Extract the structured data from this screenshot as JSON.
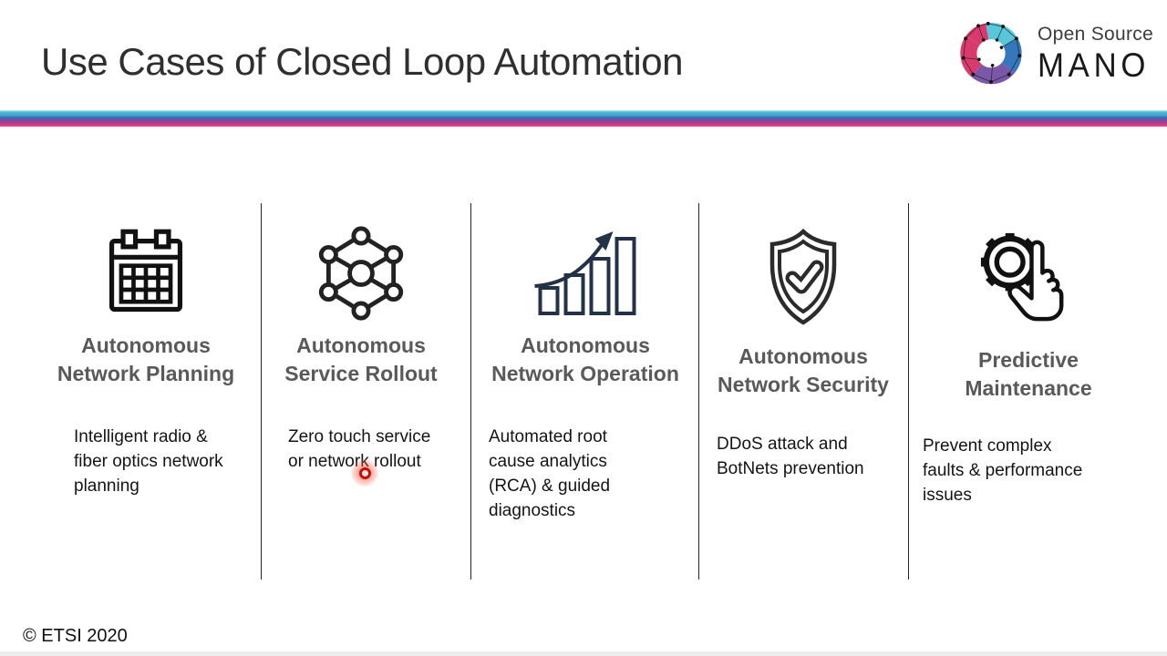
{
  "title": "Use Cases of Closed Loop Automation",
  "logo": {
    "icon": "osm-swirl-logo-icon",
    "line1": "Open Source",
    "line2": "MANO",
    "colors": {
      "cyan": "#57c7d9",
      "blue": "#3577bc",
      "purple": "#7b57a8",
      "pink": "#d93a6e"
    }
  },
  "accent_stripe_colors": [
    "#c9eaf1",
    "#4ab8d6",
    "#3e68b0",
    "#6f4fa3",
    "#a03f92",
    "#d8337f",
    "#e2538c"
  ],
  "columns": [
    {
      "icon": "calendar-icon",
      "title_lines": [
        "Autonomous",
        "Network Planning"
      ],
      "body_lines": [
        "Intelligent  radio &",
        "fiber optics network",
        "planning"
      ]
    },
    {
      "icon": "molecule-network-icon",
      "title_lines": [
        "Autonomous",
        "Service Rollout"
      ],
      "body_lines": [
        "Zero touch service",
        "or network rollout"
      ]
    },
    {
      "icon": "growth-chart-icon",
      "title_lines": [
        "Autonomous",
        "Network Operation"
      ],
      "body_lines": [
        "Automated root",
        "cause analytics",
        "(RCA) & guided",
        "diagnostics"
      ]
    },
    {
      "icon": "shield-check-icon",
      "title_lines": [
        "Autonomous",
        "Network Security"
      ],
      "body_lines": [
        "DDoS attack and",
        "BotNets prevention"
      ]
    },
    {
      "icon": "gear-hand-icon",
      "title_lines": [
        "Predictive",
        "Maintenance"
      ],
      "body_lines": [
        "Prevent complex",
        "faults & performance",
        "issues"
      ]
    }
  ],
  "pointer": {
    "type": "laser-dot",
    "color": "#c40f0b"
  },
  "footer": {
    "copyright": "© ETSI 2020"
  }
}
